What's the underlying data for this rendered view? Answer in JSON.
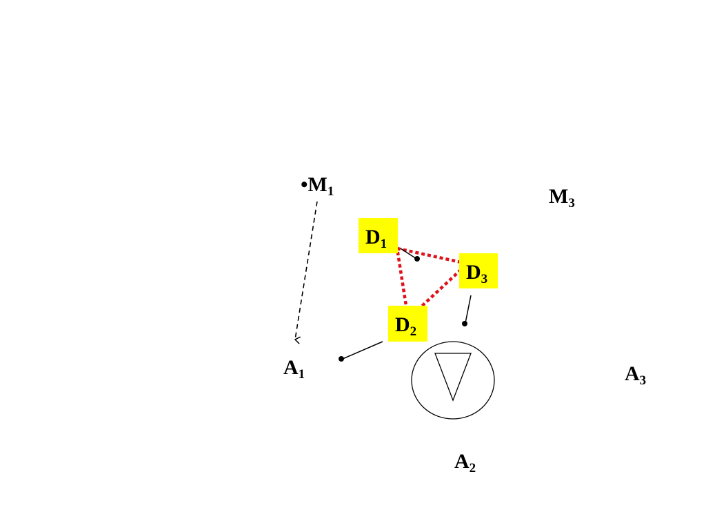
{
  "labels": {
    "m1": {
      "bullet": "•",
      "main": "M",
      "sub": "1"
    },
    "m3": {
      "main": "M",
      "sub": "3"
    },
    "d1": {
      "main": "D",
      "sub": "1"
    },
    "d2": {
      "main": "D",
      "sub": "2"
    },
    "d3": {
      "main": "D",
      "sub": "3"
    },
    "a1": {
      "main": "A",
      "sub": "1"
    },
    "a2": {
      "main": "A",
      "sub": "2"
    },
    "a3": {
      "main": "A",
      "sub": "3"
    }
  },
  "colors": {
    "highlight": "#ffff00",
    "dotted_link": "#e0101a",
    "ink": "#000000"
  }
}
